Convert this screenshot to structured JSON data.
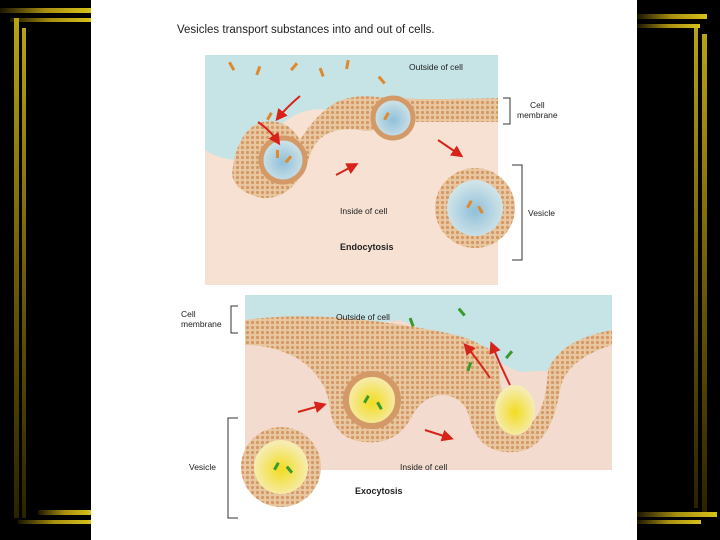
{
  "title": "Vesicles transport substances into and out of cells.",
  "endocytosis": {
    "outside_label": "Outside of cell",
    "membrane_label": "Cell\nmembrane",
    "inside_label": "Inside of cell",
    "vesicle_label": "Vesicle",
    "process_label": "Endocytosis"
  },
  "exocytosis": {
    "outside_label": "Outside of cell",
    "membrane_label": "Cell\nmembrane",
    "inside_label": "Inside of cell",
    "vesicle_label": "Vesicle",
    "process_label": "Exocytosis"
  },
  "colors": {
    "background": "#000000",
    "slide": "#ffffff",
    "gold": "#c9b018",
    "membrane": "#e3b98c",
    "outside": "#bfe0e2",
    "inside": "#f3dccf",
    "arrow": "#d8231b",
    "orange_particle": "#e0892c",
    "green_particle": "#3a9a2a"
  }
}
